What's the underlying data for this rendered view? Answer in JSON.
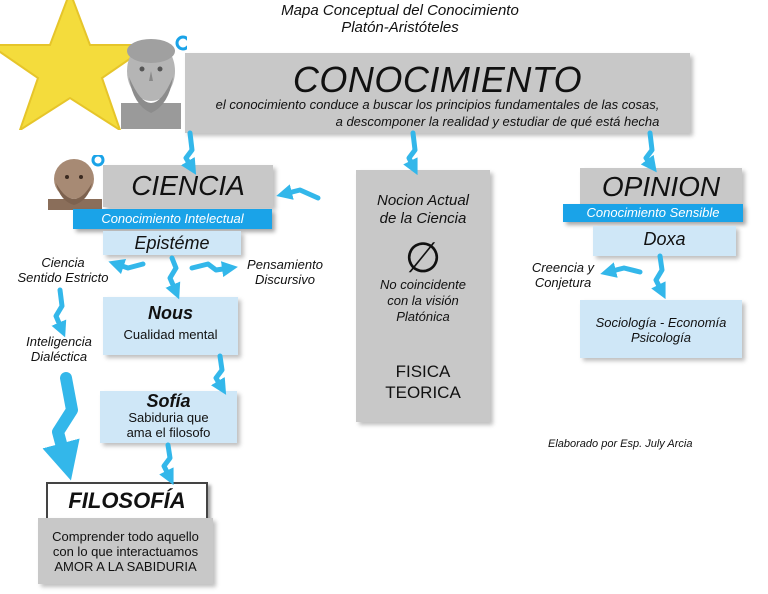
{
  "header": {
    "line1": "Mapa Conceptual del Conocimiento",
    "line2": "Platón-Aristóteles"
  },
  "main": {
    "title": "CONOCIMIENTO",
    "desc_line1": "el conocimiento conduce a buscar los principios fundamentales de las cosas,",
    "desc_line2": "a descomponer la realidad y estudiar de qué está hecha"
  },
  "ciencia": {
    "title": "CIENCIA",
    "band": "Conocimiento Intelectual",
    "term": "Epistéme",
    "left_label_1": "Ciencia",
    "left_label_2": "Sentido Estricto",
    "right_label_1": "Pensamiento",
    "right_label_2": "Discursivo",
    "nous_title": "Nous",
    "nous_sub": "Cualidad mental",
    "inteligencia_1": "Inteligencia",
    "inteligencia_2": "Dialéctica",
    "sofia_title": "Sofía",
    "sofia_sub_1": "Sabiduria que",
    "sofia_sub_2": "ama el filosofo"
  },
  "filosofia": {
    "title": "FILOSOFÍA",
    "desc_1": "Comprender todo aquello",
    "desc_2": "con lo que interactuamos",
    "desc_3": "AMOR  A LA SABIDURIA"
  },
  "middle": {
    "line1": "Nocion Actual",
    "line2": "de la Ciencia",
    "symbol": "∅",
    "sub_1": "No coincidente",
    "sub_2": "con la visión",
    "sub_3": "Platónica",
    "fisica_1": "FISICA",
    "fisica_2": "TEORICA"
  },
  "opinion": {
    "title": "OPINION",
    "band": "Conocimiento Sensible",
    "term": "Doxa",
    "creencia_1": "Creencia y",
    "creencia_2": "Conjetura",
    "socio_1": "Sociología - Economía",
    "socio_2": "Psicología"
  },
  "credit": "Elaborado por Esp. July Arcia",
  "colors": {
    "grey_box": "#c8c8c8",
    "light_blue_box": "#cfe7f7",
    "band_blue": "#1aa3e8",
    "arrow_cyan": "#33b7ea",
    "star_yellow": "#f4dc3c"
  },
  "icons": [
    "star-decoration",
    "plato-bust",
    "aristotle-bust",
    "arrow"
  ]
}
